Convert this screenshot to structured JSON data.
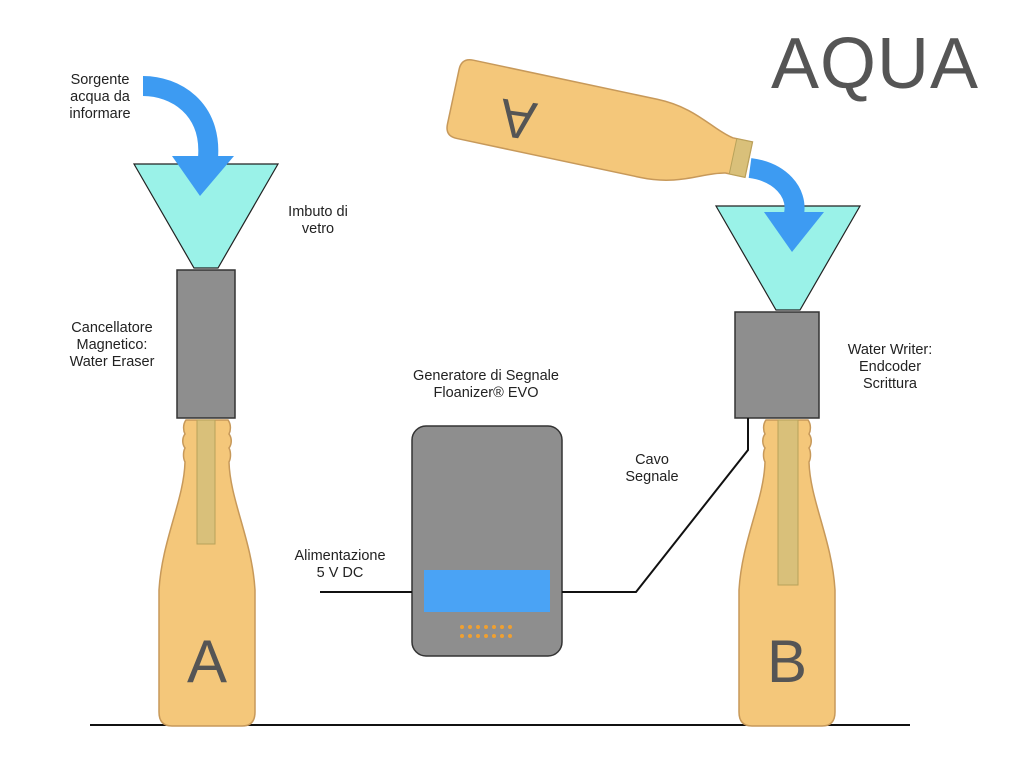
{
  "title": "AQUA",
  "labels": {
    "source": "Sorgente\nacqua da\ninformare",
    "funnel": "Imbuto di\nvetro",
    "eraser": "Cancellatore\nMagnetico:\nWater Eraser",
    "generator": "Generatore di Segnale\nFloanizer® EVO",
    "cable": "Cavo\nSegnale",
    "power": "Alimentazione\n5 V DC",
    "writer": "Water Writer:\nEndcoder\nScrittura"
  },
  "bottles": {
    "left_letter": "A",
    "right_letter": "B",
    "tilted_letter": "A"
  },
  "colors": {
    "bottle_fill": "#F4C77A",
    "bottle_stroke": "#C7995A",
    "inner_tube": "#D9C07A",
    "funnel": "#9AF2E8",
    "device_gray": "#8E8E8E",
    "arrow_blue": "#3D9BF2",
    "screen_blue": "#4AA3F5",
    "led_orange": "#F0A030",
    "line": "#111111"
  }
}
